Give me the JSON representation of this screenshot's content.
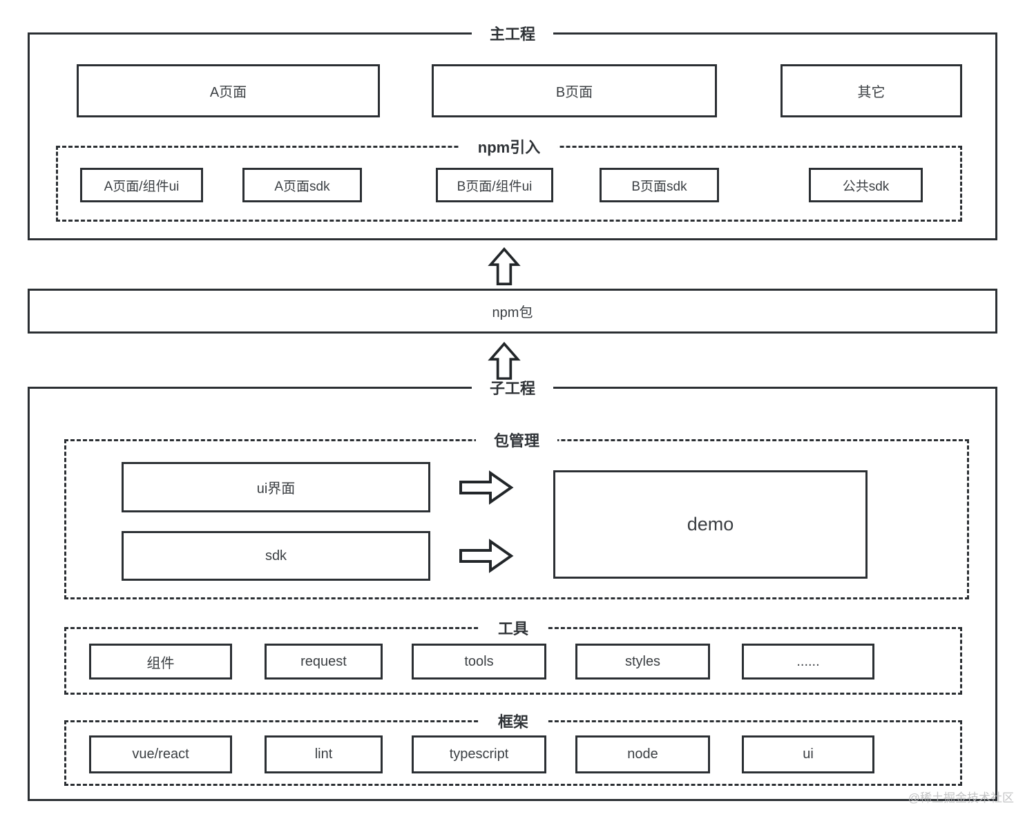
{
  "colors": {
    "line": "#2b2f33",
    "text": "#3a3e42",
    "watermark": "#b9babc"
  },
  "main_project": {
    "title": "主工程",
    "pages": [
      {
        "label": "A页面"
      },
      {
        "label": "B页面"
      },
      {
        "label": "其它"
      }
    ],
    "npm_import": {
      "title": "npm引入",
      "items": [
        {
          "label": "A页面/组件ui"
        },
        {
          "label": "A页面sdk"
        },
        {
          "label": "B页面/组件ui"
        },
        {
          "label": "B页面sdk"
        },
        {
          "label": "公共sdk"
        }
      ]
    }
  },
  "npm_package": {
    "label": "npm包"
  },
  "sub_project": {
    "title": "子工程",
    "package_management": {
      "title": "包管理",
      "sources": [
        {
          "label": "ui界面"
        },
        {
          "label": "sdk"
        }
      ],
      "target": {
        "label": "demo"
      }
    },
    "tools": {
      "title": "工具",
      "items": [
        {
          "label": "组件"
        },
        {
          "label": "request"
        },
        {
          "label": "tools"
        },
        {
          "label": "styles"
        },
        {
          "label": "......"
        }
      ]
    },
    "framework": {
      "title": "框架",
      "items": [
        {
          "label": "vue/react"
        },
        {
          "label": "lint"
        },
        {
          "label": "typescript"
        },
        {
          "label": "node"
        },
        {
          "label": "ui"
        }
      ]
    }
  },
  "watermark": "@稀土掘金技术社区"
}
